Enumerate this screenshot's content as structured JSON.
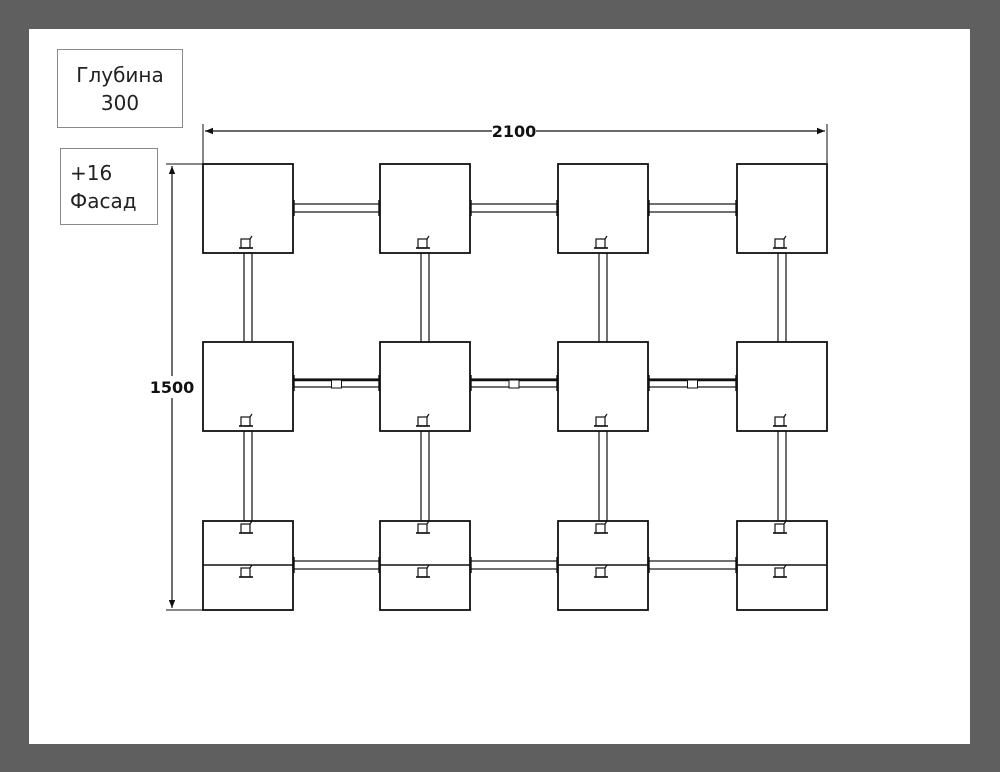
{
  "labels": {
    "depth_title": "Глубина",
    "depth_value": "300",
    "offset_value": "+16",
    "facade_label": "Фасад"
  },
  "dimensions": {
    "width": "2100",
    "height": "1500"
  },
  "grid": {
    "columns": 4,
    "rows": 3
  },
  "colors": {
    "frame": "#5f5f5f",
    "sheet": "#ffffff",
    "line": "#111111"
  }
}
